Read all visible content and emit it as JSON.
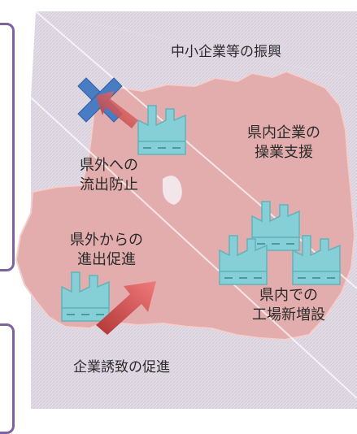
{
  "title_top": "中小企業等の振興",
  "title_bottom": "企業誘致の促進",
  "labels": {
    "outflow": [
      "県外への",
      "流出防止"
    ],
    "expansion": [
      "県外からの",
      "進出促進"
    ],
    "support": [
      "県内企業の",
      "操業支援"
    ],
    "new_plant": [
      "県内での",
      "工場新増設"
    ]
  },
  "colors": {
    "background": "#e2dce6",
    "map": "#e3adad",
    "factory": "#86cfd6",
    "cross": "#4a7cc4",
    "arrow": "#d84a4a",
    "frame": "#7d62a3"
  },
  "icons": [
    "factory-icon",
    "x-mark-icon",
    "arrow-icon"
  ]
}
